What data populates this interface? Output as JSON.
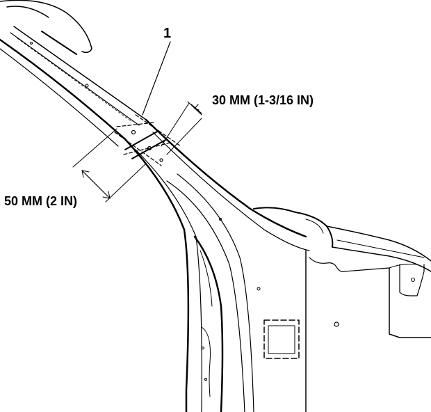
{
  "labels": {
    "callout": "1",
    "dim_upper": "30 MM (1-3/16 IN)",
    "dim_lower": "50 MM (2 IN)"
  },
  "colors": {
    "line": "#000000",
    "background": "#ffffff"
  }
}
